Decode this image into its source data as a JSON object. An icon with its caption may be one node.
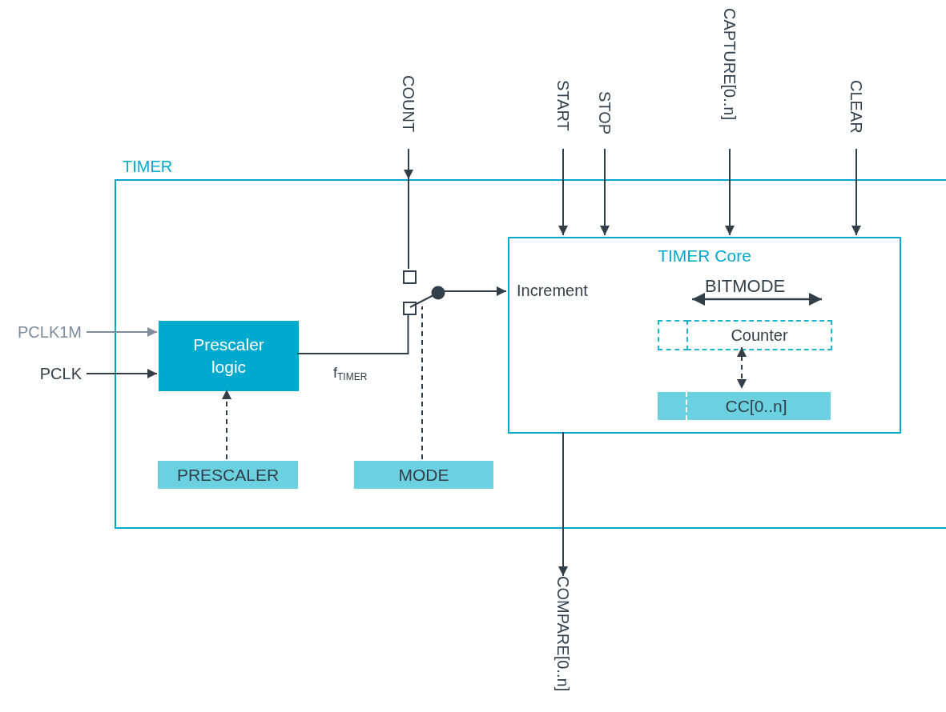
{
  "diagram": {
    "nodes": [
      {
        "text": [
          "TIMER"
        ]
      },
      {
        "text": [
          "PCLK1M"
        ]
      },
      {
        "text": [
          "PCLK"
        ]
      },
      {
        "text": [
          "Prescaler logic"
        ],
        "in": 0
      },
      {
        "text": [
          "PRESCALER"
        ],
        "in": 0
      },
      {
        "text": [
          "COUNT"
        ]
      },
      {
        "text": [
          "START"
        ]
      },
      {
        "text": [
          "STOP"
        ]
      },
      {
        "text": [
          "CAPTURE[0..n]"
        ]
      },
      {
        "text": [
          "CLEAR"
        ]
      },
      {
        "text": [],
        "shape": "box",
        "in": 0
      },
      {
        "text": [],
        "shape": "box",
        "in": 0
      },
      {
        "text": [],
        "shape": "circle",
        "in": 0
      },
      {
        "text": [
          "TIMER Core"
        ],
        "in": 0
      },
      {
        "text": [
          "MODE"
        ],
        "in": 0
      },
      {
        "text": [],
        "shape": "box",
        "in": 13
      },
      {
        "text": [
          "Counter"
        ],
        "in": 13
      },
      {
        "text": [
          "CC[0..n]"
        ],
        "in": 13
      },
      {
        "text": [
          "COMPARE[0..n]"
        ]
      }
    ],
    "edges": [
      {
        "from": 1,
        "to": 3,
        "arrow": "to",
        "color": "#7f8c99"
      },
      {
        "from": 2,
        "to": 3,
        "arrow": "to"
      },
      {
        "from": 4,
        "to": 3,
        "arrow": "to",
        "style": "dashed"
      },
      {
        "from": 5,
        "to": 0,
        "arrow": "to"
      },
      {
        "from": 0,
        "to": 10,
        "arrow": "none"
      },
      {
        "from": 3,
        "to": 11,
        "arrow": "none",
        "label": "f$_{TIMER}$"
      },
      {
        "from": 12,
        "to": 13,
        "arrow": "to"
      },
      {
        "from": 14,
        "to": 12,
        "arrow": "none",
        "style": "dashed"
      },
      {
        "from": 6,
        "to": 13,
        "arrow": "to"
      },
      {
        "from": 7,
        "to": 13,
        "arrow": "to"
      },
      {
        "from": 8,
        "to": 13,
        "arrow": "to"
      },
      {
        "from": 9,
        "to": 13,
        "arrow": "to"
      },
      {
        "from": 13,
        "to": 18,
        "arrow": "to"
      },
      {
        "from": 16,
        "to": 17,
        "arrow": "both",
        "style": "dashed"
      }
    ],
    "labels": [
      "Increment",
      "BITMODE"
    ]
  }
}
